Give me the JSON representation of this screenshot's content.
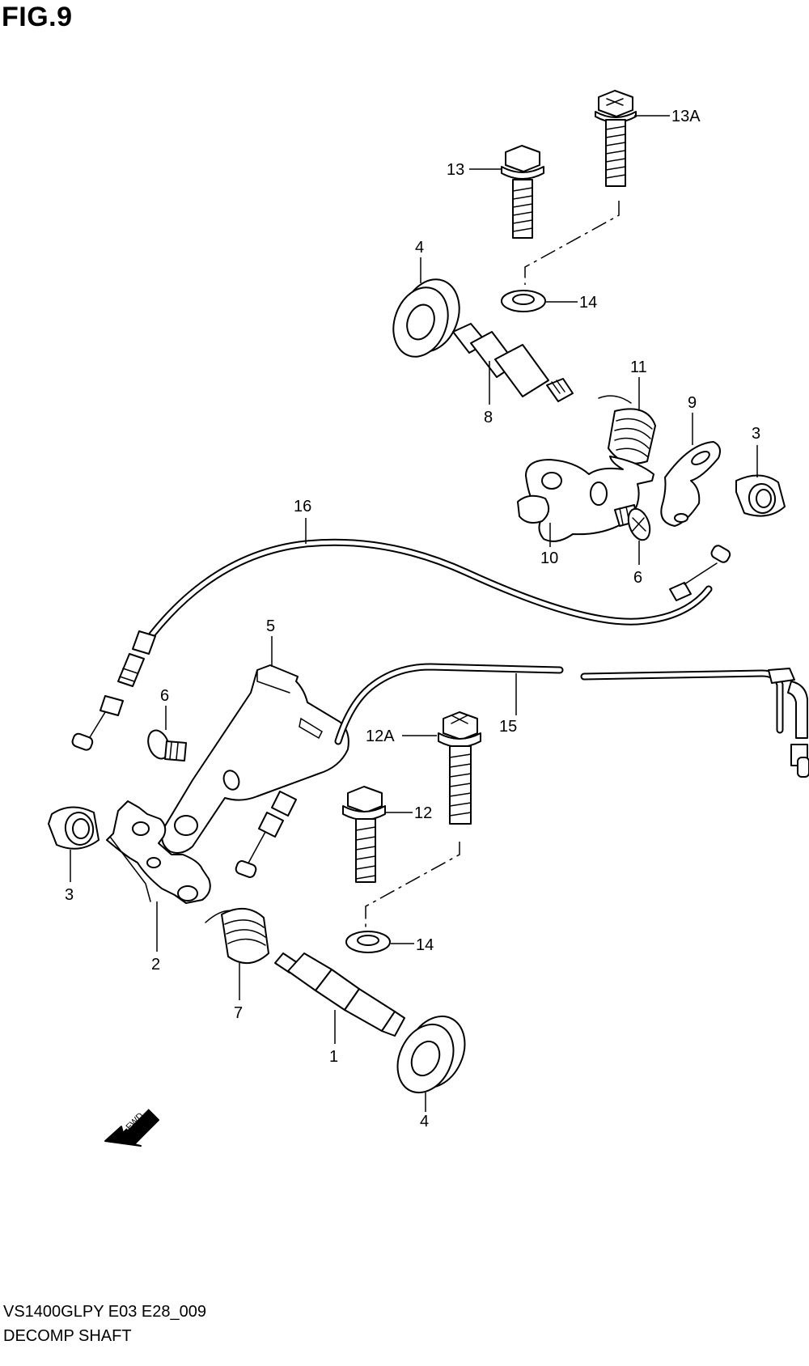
{
  "figure": {
    "title": "FIG.9"
  },
  "footer": {
    "model_code": "VS1400GLPY E03 E28_009",
    "caption": "DECOMP SHAFT"
  },
  "fwd_arrow": {
    "label": "FWD"
  },
  "callouts": {
    "c13a": "13A",
    "c13": "13",
    "c4_top": "4",
    "c14_top": "14",
    "c8": "8",
    "c11": "11",
    "c9": "9",
    "c3_right": "3",
    "c16": "16",
    "c10": "10",
    "c6_right": "6",
    "c5": "5",
    "c6_left": "6",
    "c15": "15",
    "c12a": "12A",
    "c12": "12",
    "c3_left": "3",
    "c2": "2",
    "c14_bottom": "14",
    "c7": "7",
    "c1": "1",
    "c4_bottom": "4"
  }
}
